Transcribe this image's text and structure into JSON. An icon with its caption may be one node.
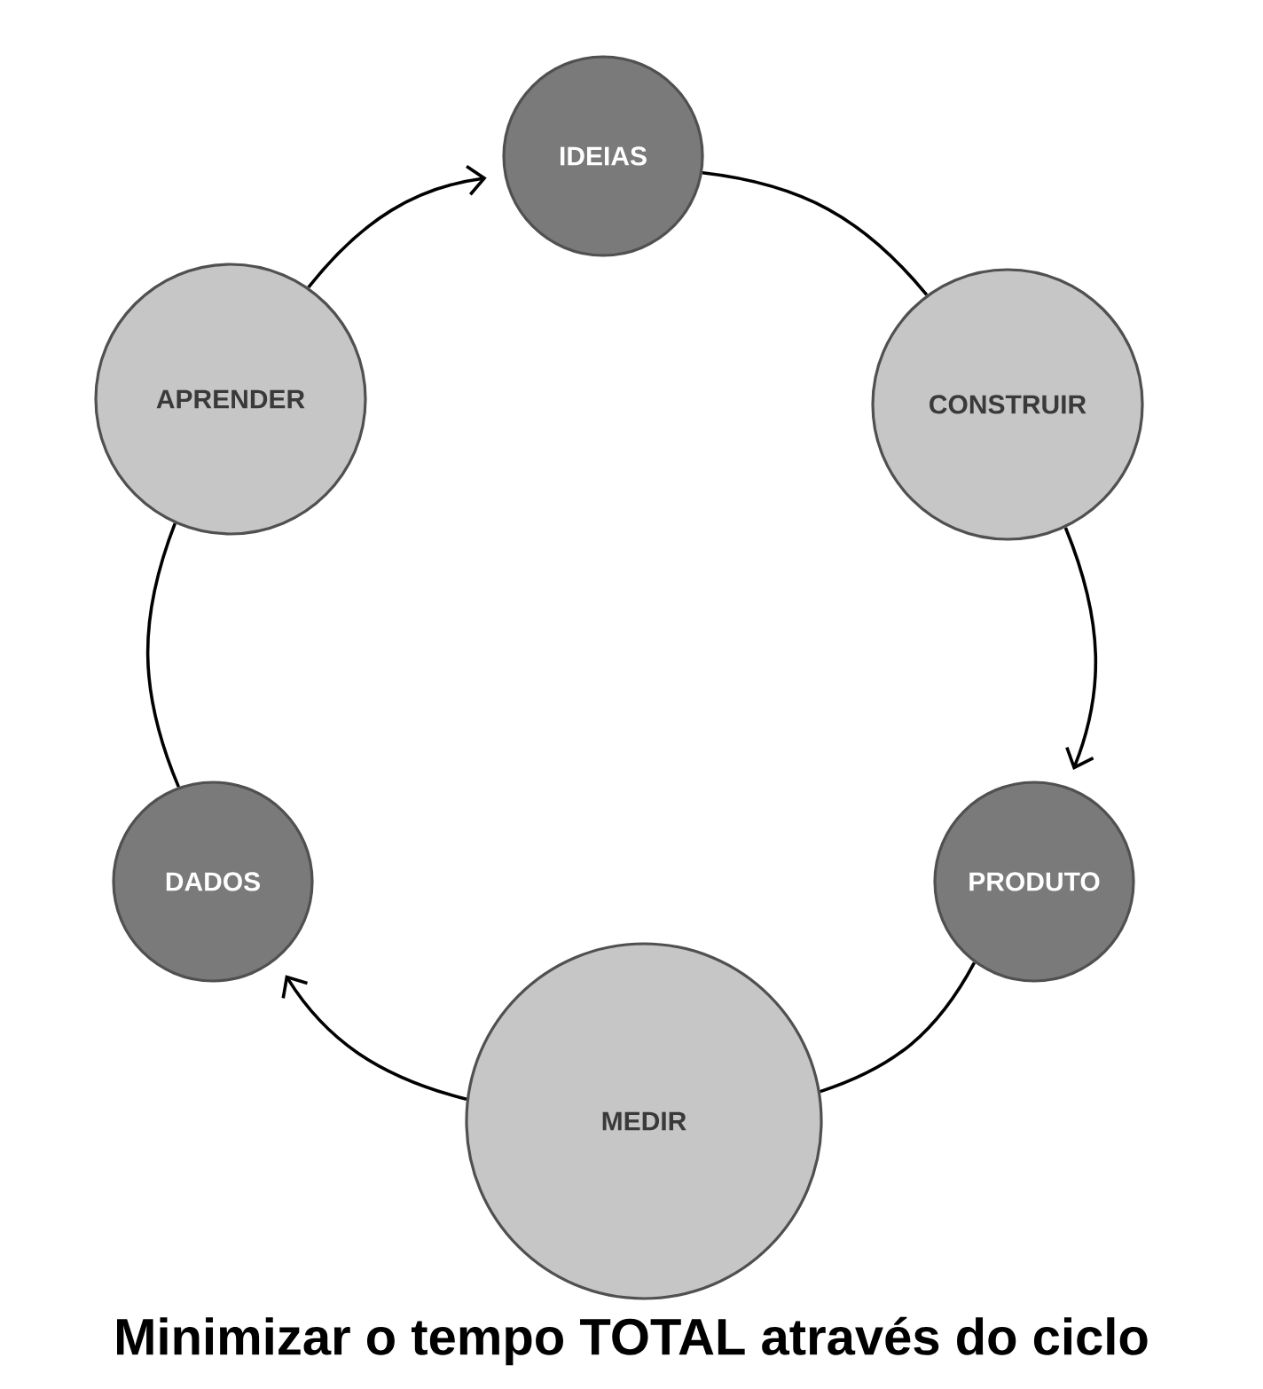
{
  "diagram": {
    "caption": "Minimizar o tempo TOTAL através do ciclo",
    "nodes": [
      {
        "text": [
          "IDEIAS"
        ]
      },
      {
        "text": [
          "CONSTRUIR"
        ]
      },
      {
        "text": [
          "PRODUTO"
        ]
      },
      {
        "text": [
          "MEDIR"
        ]
      },
      {
        "text": [
          "DADOS"
        ]
      },
      {
        "text": [
          "APRENDER"
        ]
      }
    ],
    "edges": [
      {
        "from": 0,
        "to": 1,
        "arrow": "none"
      },
      {
        "from": 1,
        "to": 2,
        "arrow": "to"
      },
      {
        "from": 2,
        "to": 3,
        "arrow": "none"
      },
      {
        "from": 3,
        "to": 4,
        "arrow": "to"
      },
      {
        "from": 4,
        "to": 5,
        "arrow": "none"
      },
      {
        "from": 5,
        "to": 0,
        "arrow": "to"
      }
    ]
  }
}
